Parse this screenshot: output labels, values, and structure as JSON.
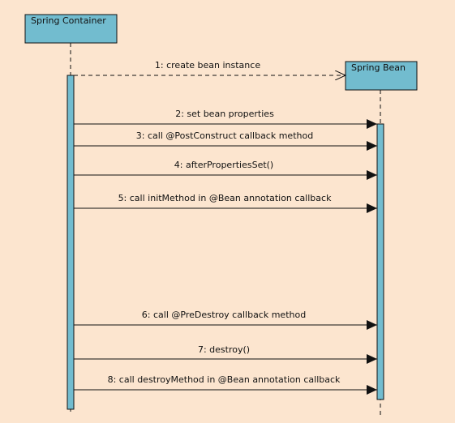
{
  "participants": {
    "container": {
      "label": "Spring Container"
    },
    "bean": {
      "label": "Spring Bean"
    }
  },
  "messages": [
    {
      "label": "1: create bean instance",
      "style": "dashed"
    },
    {
      "label": "2: set bean properties",
      "style": "solid"
    },
    {
      "label": "3: call @PostConstruct callback method",
      "style": "solid"
    },
    {
      "label": "4: afterPropertiesSet()",
      "style": "solid"
    },
    {
      "label": "5: call initMethod in @Bean annotation callback",
      "style": "solid"
    },
    {
      "label": "6: call @PreDestroy callback method",
      "style": "solid"
    },
    {
      "label": "7: destroy()",
      "style": "solid"
    },
    {
      "label": "8: call destroyMethod in @Bean annotation callback",
      "style": "solid"
    }
  ],
  "colors": {
    "background": "#FCE5CF",
    "box_fill": "#72BCCF",
    "activation_fill": "#72BCCF",
    "line": "#111111"
  }
}
